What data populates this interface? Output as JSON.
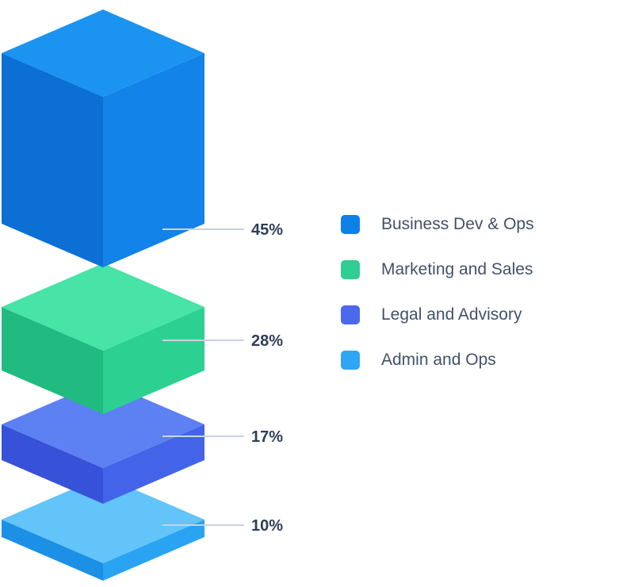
{
  "chart_data": {
    "type": "bar",
    "variant": "3d-isometric-stacked",
    "title": "",
    "categories": [
      "Business Dev & Ops",
      "Marketing and Sales",
      "Legal and Advisory",
      "Admin and Ops"
    ],
    "values": [
      45,
      28,
      17,
      10
    ],
    "value_labels": [
      "45%",
      "28%",
      "17%",
      "10%"
    ],
    "unit": "%",
    "legend_position": "right",
    "background": "#ffffff",
    "series_colors": [
      "#0d80e8",
      "#30ce93",
      "#4a69ee",
      "#2ea6f4"
    ]
  },
  "segments": [
    {
      "label": "Business Dev & Ops",
      "pct": "45%",
      "value": 45,
      "top": "#1b93f0",
      "left": "#0b6fd4",
      "right": "#1283e8",
      "swatch": "#0d80e8"
    },
    {
      "label": "Marketing and Sales",
      "pct": "28%",
      "value": 28,
      "top": "#48e3a6",
      "left": "#21bb82",
      "right": "#2cd192",
      "swatch": "#30ce93"
    },
    {
      "label": "Legal and Advisory",
      "pct": "17%",
      "value": 17,
      "top": "#5d80f2",
      "left": "#3752d8",
      "right": "#4364e8",
      "swatch": "#4a69ee"
    },
    {
      "label": "Admin and Ops",
      "pct": "10%",
      "value": 10,
      "top": "#62c4f8",
      "left": "#1b90e4",
      "right": "#2aa4f2",
      "swatch": "#2ea6f4"
    }
  ],
  "styles": {
    "label_color": "#2f3e55",
    "legend_color": "#42516a",
    "line_color": "#c9d2df"
  }
}
